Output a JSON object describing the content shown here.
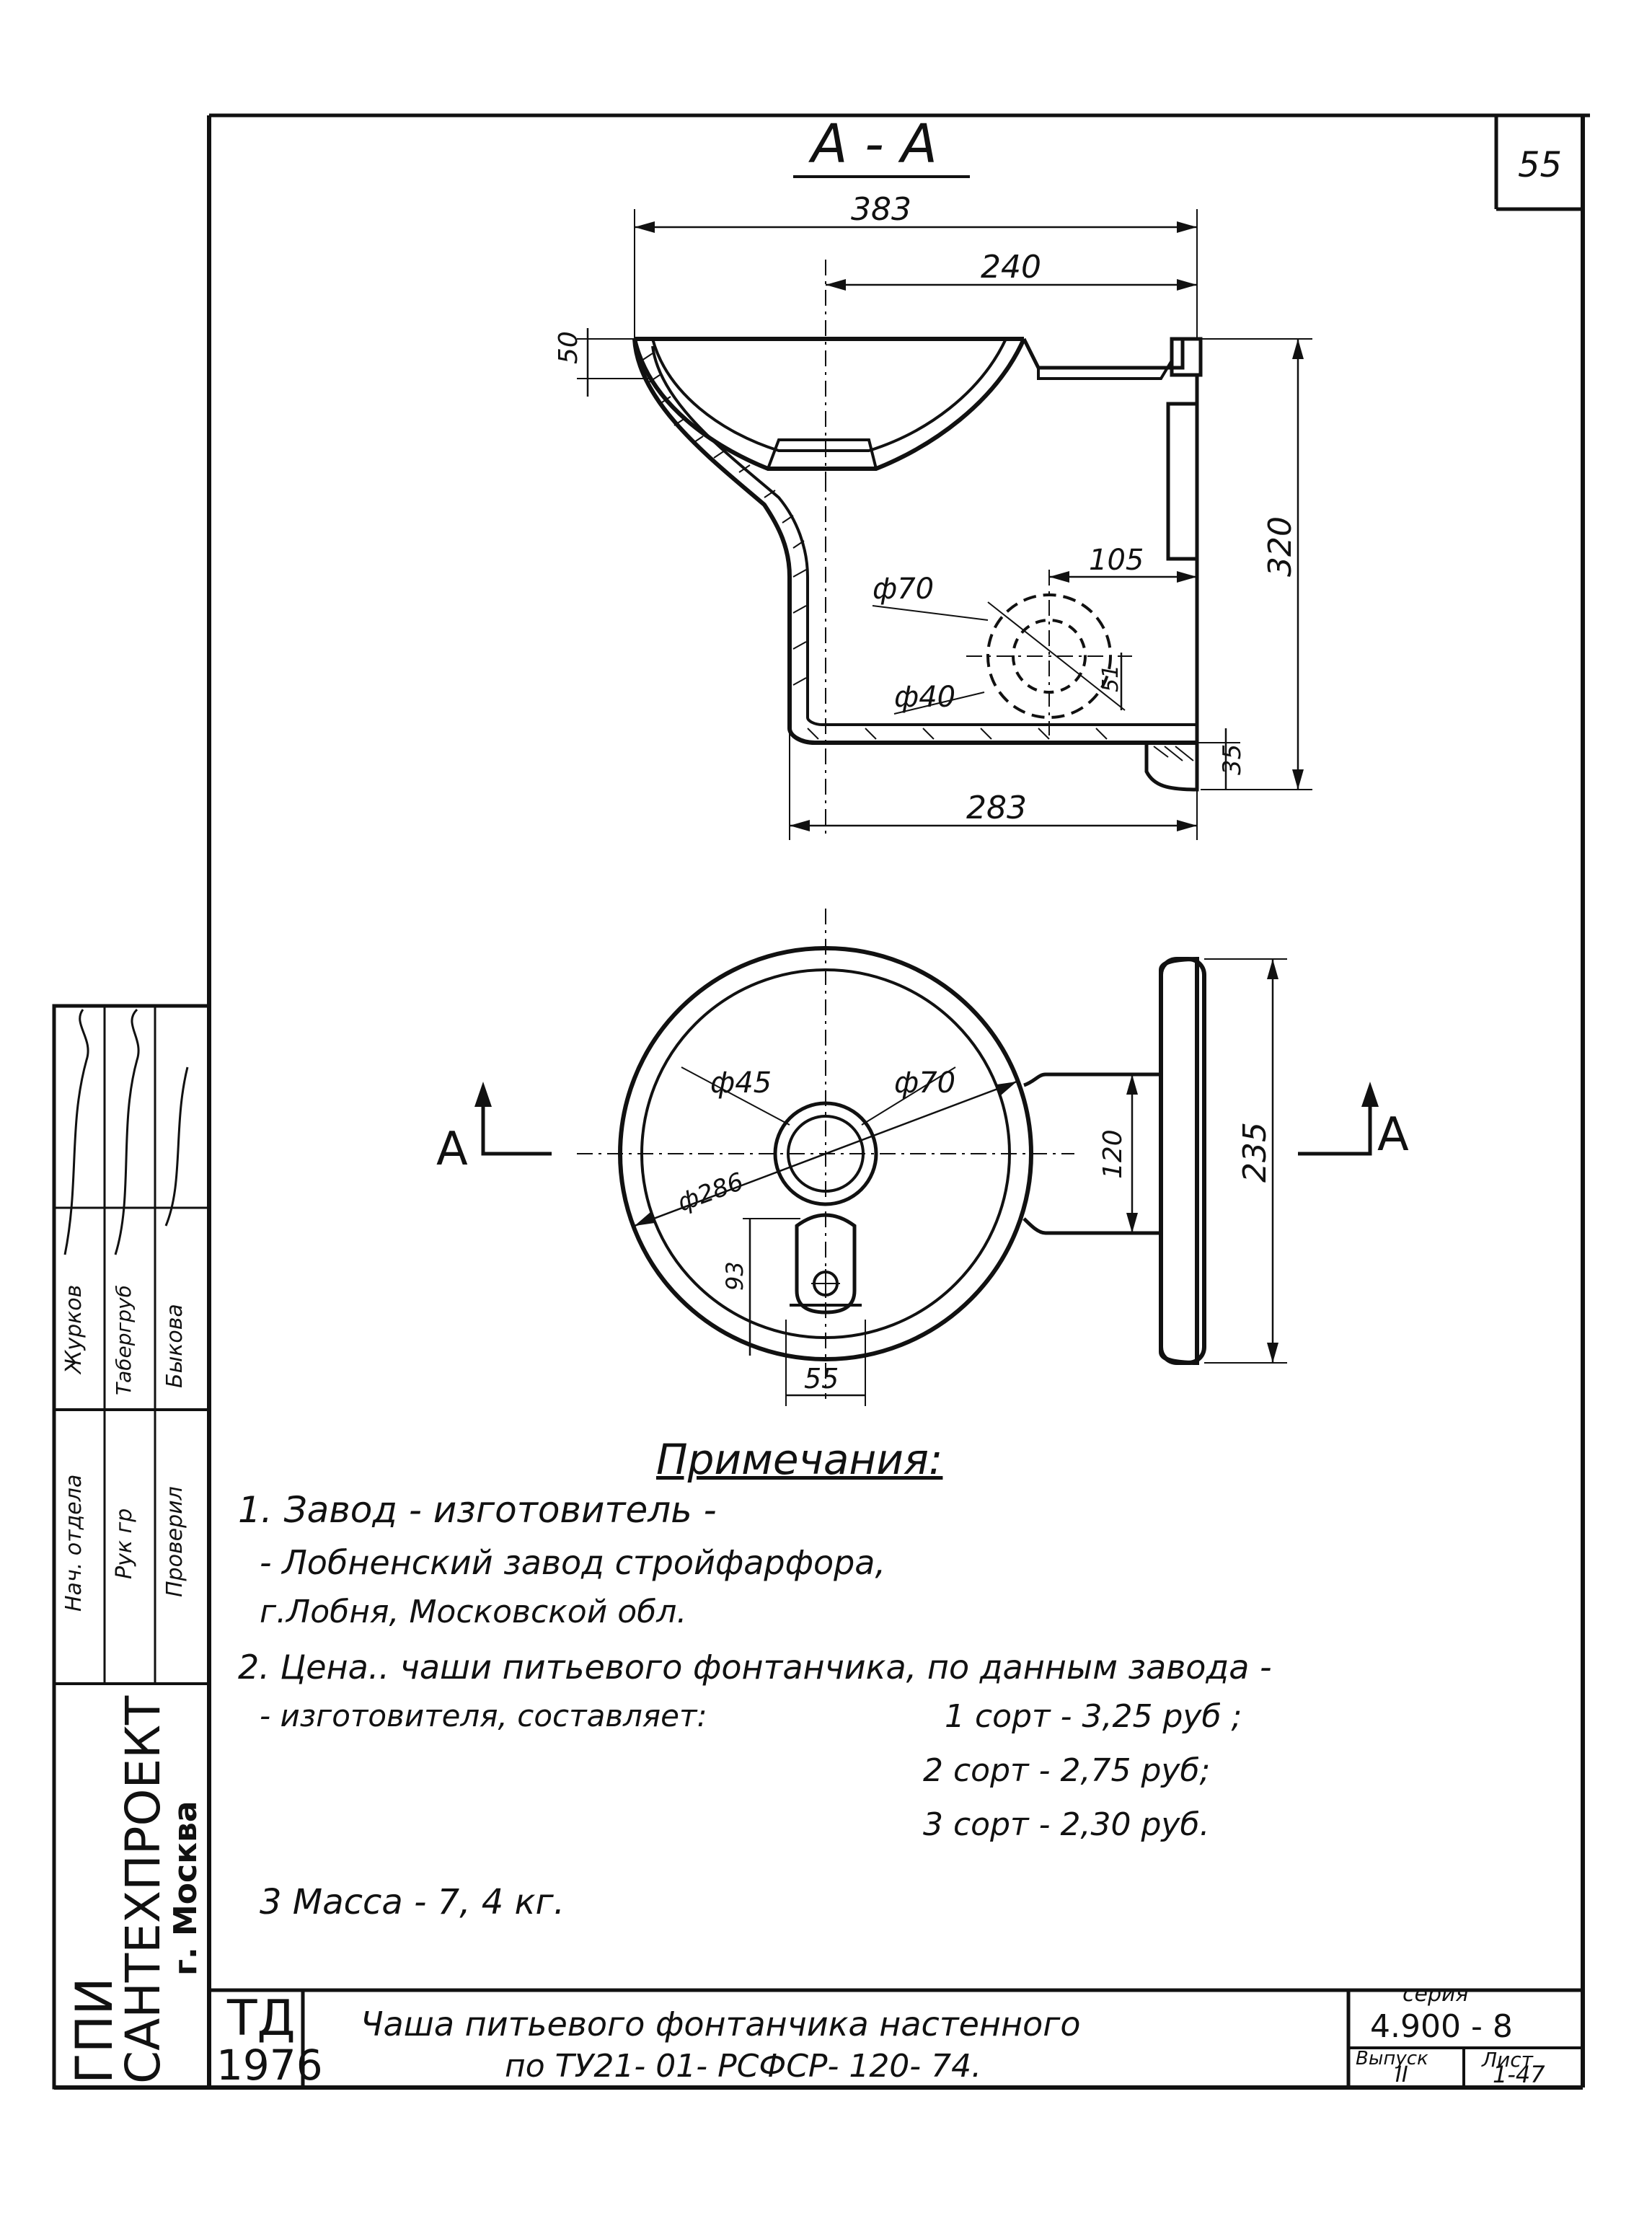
{
  "sheet_number": "55",
  "section_label": "A - A",
  "section_markers": {
    "left": "A",
    "right": "A"
  },
  "dimensions": {
    "top_view": {
      "overall_width": "383",
      "offset_240": "240",
      "rim_height": "50",
      "height": "320",
      "pipe_offset": "105",
      "phi_outer": "ф70",
      "phi_inner": "ф40",
      "small": "51",
      "base": "35",
      "bottom_width": "283"
    },
    "plan_view": {
      "phi45": "ф45",
      "phi70": "ф70",
      "phi286": "ф286",
      "neck": "120",
      "plate": "235",
      "offset": "93",
      "hole": "55"
    }
  },
  "notes": {
    "heading": "Примечания:",
    "line1": "1. Завод - изготовитель -",
    "line2": "- Лобненский   завод   стройфарфора,",
    "line3": "г.Лобня,   Московской обл.",
    "line4": "2. Цена.. чаши   питьевого   фонтанчика,   по данным завода -",
    "line5": "- изготовителя,   составляет:",
    "price1": "1 сорт -  3,25 руб ;",
    "price2": "2 сорт -  2,75 руб;",
    "price3": "3 сорт -  2,30 руб.",
    "line6": "3 Масса - 7, 4 кг."
  },
  "side_stamp": {
    "org_line1": "ГПИ",
    "org_line2": "САНТЕХПРОЕКТ",
    "org_line3": "г. Москва",
    "roles": [
      "Нач. отдела",
      "Рук гр",
      "Проверил"
    ],
    "names": [
      "Журков",
      "Табергруб",
      "Быкова"
    ]
  },
  "title_block": {
    "code_line1": "ТД",
    "code_line2": "1976",
    "title_line1": "Чаша питьевого фонтанчика настенного",
    "title_line2": "по ТУ21- 01- РСФСР- 120- 74.",
    "series_label": "серия",
    "series_value": "4.900 - 8",
    "issue_label": "Выпуск",
    "issue_value": "II",
    "sheet_label": "Лист",
    "sheet_value": "1-47"
  }
}
